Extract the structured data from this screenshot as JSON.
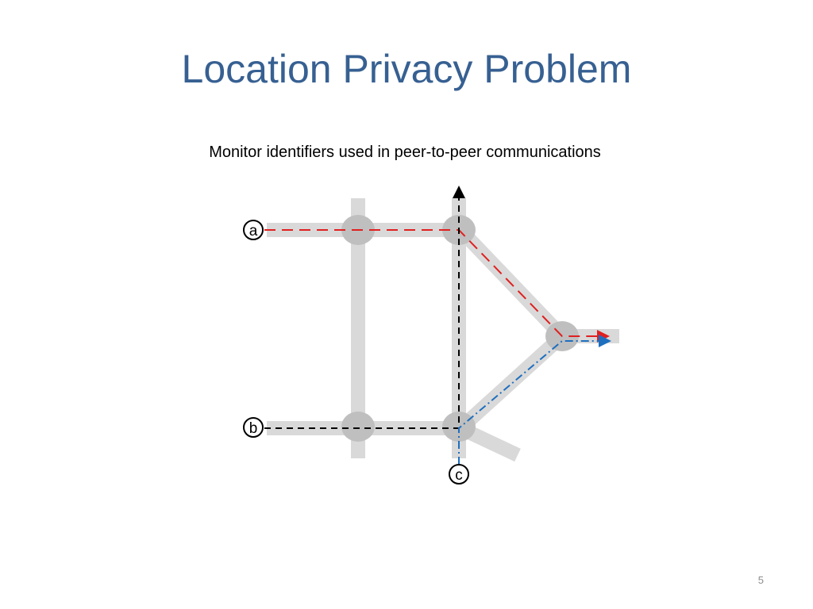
{
  "slide": {
    "title": "Location Privacy Problem",
    "subtitle": "Monitor identifiers used in peer-to-peer communications",
    "page_number": "5"
  },
  "diagram": {
    "nodes": [
      {
        "id": "a",
        "label": "a"
      },
      {
        "id": "b",
        "label": "b"
      },
      {
        "id": "c",
        "label": "c"
      }
    ],
    "colors": {
      "road": "#d9d9d9",
      "intersection": "#bfbfbf",
      "path_a": "#e02020",
      "path_b": "#000000",
      "path_c": "#1f6fbf",
      "title": "#376092"
    }
  }
}
